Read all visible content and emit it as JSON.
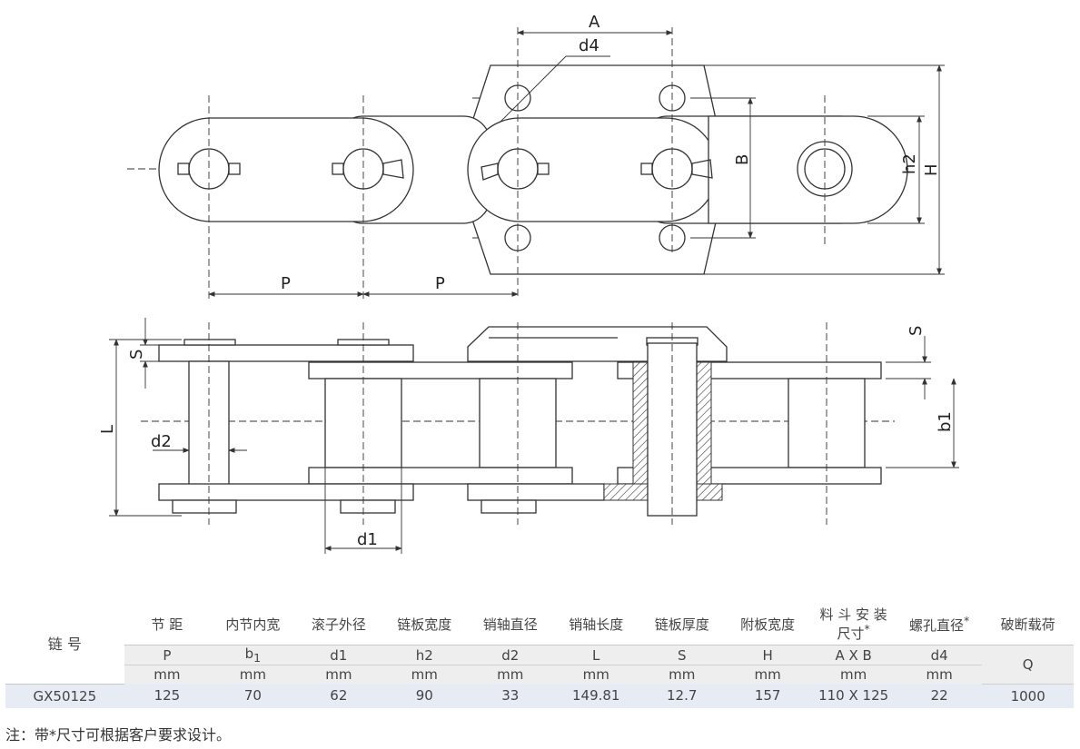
{
  "drawing": {
    "labels": {
      "A": "A",
      "d4": "d4",
      "B": "B",
      "h2": "h2",
      "H": "H",
      "P": "P",
      "S": "S",
      "L": "L",
      "d2": "d2",
      "d1": "d1",
      "b1": "b1"
    }
  },
  "table": {
    "row_header": "链 号",
    "headers": [
      "节 距",
      "内节内宽",
      "滚子外径",
      "链板宽度",
      "销轴直径",
      "销轴长度",
      "链板厚度",
      "附板宽度",
      "料 斗 安 装",
      "螺孔直径",
      "破断载荷"
    ],
    "header_line2": "尺寸",
    "header_star": "*",
    "symbols": [
      "P",
      "b",
      "d1",
      "h2",
      "d2",
      "L",
      "S",
      "H",
      "A X B",
      "d4",
      "Q"
    ],
    "symbol_sub": "1",
    "units": [
      "mm",
      "mm",
      "mm",
      "mm",
      "mm",
      "mm",
      "mm",
      "mm",
      "mm",
      "mm"
    ],
    "row": [
      "GX50125",
      "125",
      "70",
      "62",
      "90",
      "33",
      "149.81",
      "12.7",
      "157",
      "110 X 125",
      "22",
      "1000"
    ]
  },
  "note": "注：带*尺寸可根据客户要求设计。"
}
